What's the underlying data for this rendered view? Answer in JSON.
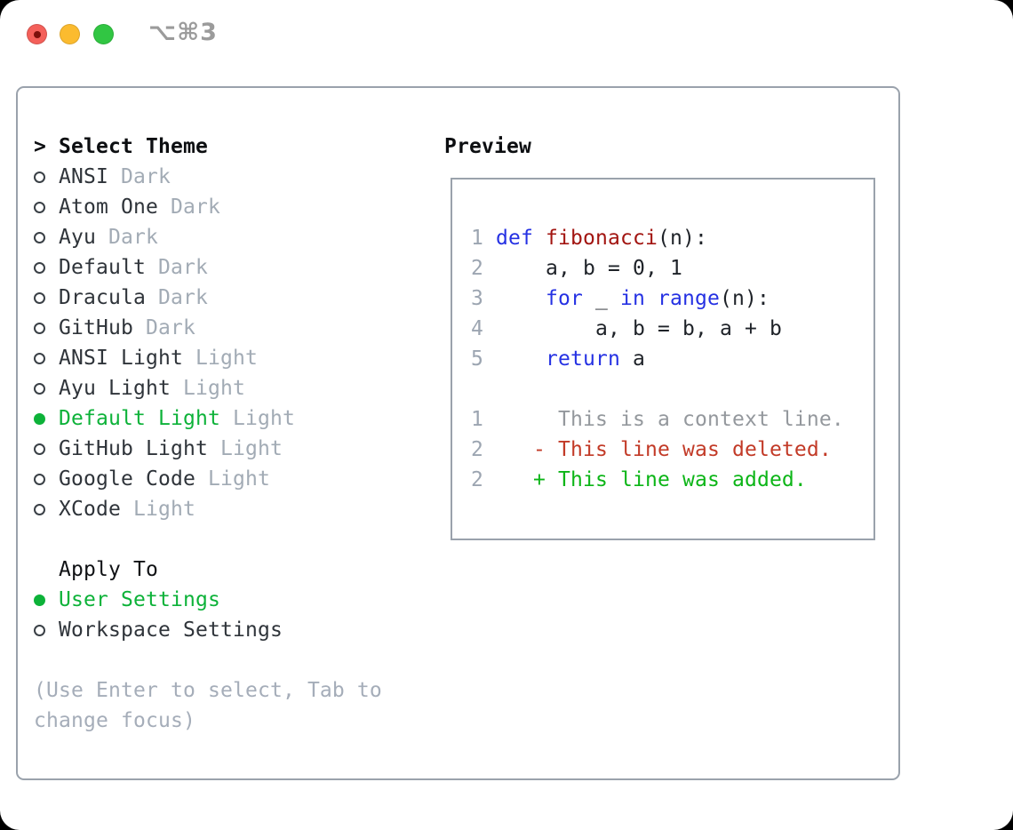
{
  "window": {
    "shortcut": "⌥⌘3"
  },
  "theme_picker": {
    "prompt": ">",
    "title": "Select Theme",
    "items": [
      {
        "name": "ANSI",
        "tag": "Dark",
        "selected": false
      },
      {
        "name": "Atom One",
        "tag": "Dark",
        "selected": false
      },
      {
        "name": "Ayu",
        "tag": "Dark",
        "selected": false
      },
      {
        "name": "Default",
        "tag": "Dark",
        "selected": false
      },
      {
        "name": "Dracula",
        "tag": "Dark",
        "selected": false
      },
      {
        "name": "GitHub",
        "tag": "Dark",
        "selected": false
      },
      {
        "name": "ANSI Light",
        "tag": "Light",
        "selected": false
      },
      {
        "name": "Ayu Light",
        "tag": "Light",
        "selected": false
      },
      {
        "name": "Default Light",
        "tag": "Light",
        "selected": true
      },
      {
        "name": "GitHub Light",
        "tag": "Light",
        "selected": false
      },
      {
        "name": "Google Code",
        "tag": "Light",
        "selected": false
      },
      {
        "name": "XCode",
        "tag": "Light",
        "selected": false
      }
    ]
  },
  "apply_to": {
    "title": "Apply To",
    "options": [
      {
        "label": "User Settings",
        "selected": true
      },
      {
        "label": "Workspace Settings",
        "selected": false
      }
    ]
  },
  "hint": {
    "lines": [
      "(Use Enter to select, Tab to",
      "change focus)"
    ]
  },
  "preview": {
    "title": "Preview",
    "lines": [
      {
        "num": "1",
        "segments": [
          {
            "text": "def ",
            "style": "keyword"
          },
          {
            "text": "fibonacci",
            "style": "function"
          },
          {
            "text": "(n):",
            "style": "plain"
          }
        ]
      },
      {
        "num": "2",
        "segments": [
          {
            "text": "    a, b = 0, 1",
            "style": "plain"
          }
        ]
      },
      {
        "num": "3",
        "segments": [
          {
            "text": "    ",
            "style": "plain"
          },
          {
            "text": "for",
            "style": "keyword"
          },
          {
            "text": " _ ",
            "style": "plain"
          },
          {
            "text": "in",
            "style": "keyword"
          },
          {
            "text": " ",
            "style": "plain"
          },
          {
            "text": "range",
            "style": "keyword"
          },
          {
            "text": "(n):",
            "style": "plain"
          }
        ]
      },
      {
        "num": "4",
        "segments": [
          {
            "text": "        a, b = b, a + b",
            "style": "plain"
          }
        ]
      },
      {
        "num": "5",
        "segments": [
          {
            "text": "    ",
            "style": "plain"
          },
          {
            "text": "return",
            "style": "keyword"
          },
          {
            "text": " a",
            "style": "plain"
          }
        ]
      },
      {
        "num": "",
        "segments": []
      },
      {
        "num": "1",
        "segments": [
          {
            "text": "     This is a context line.",
            "style": "context"
          }
        ]
      },
      {
        "num": "2",
        "segments": [
          {
            "text": "   - This line was deleted.",
            "style": "deleted"
          }
        ]
      },
      {
        "num": "2",
        "segments": [
          {
            "text": "   + This line was added.",
            "style": "added"
          }
        ]
      }
    ]
  },
  "colors": {
    "selected_green": "#0db239",
    "keyword_blue": "#2531e3",
    "function_red": "#a21511",
    "diff_added_green": "#0cb517",
    "diff_deleted_red": "#c23a27",
    "context_gray": "#94989d",
    "line_number_gray": "#9ca5b1",
    "tag_gray": "#a2abb5",
    "border_gray": "#9aa2ac",
    "traffic_red": "#f4605a",
    "traffic_yellow": "#fbbb2f",
    "traffic_green": "#31c643"
  }
}
